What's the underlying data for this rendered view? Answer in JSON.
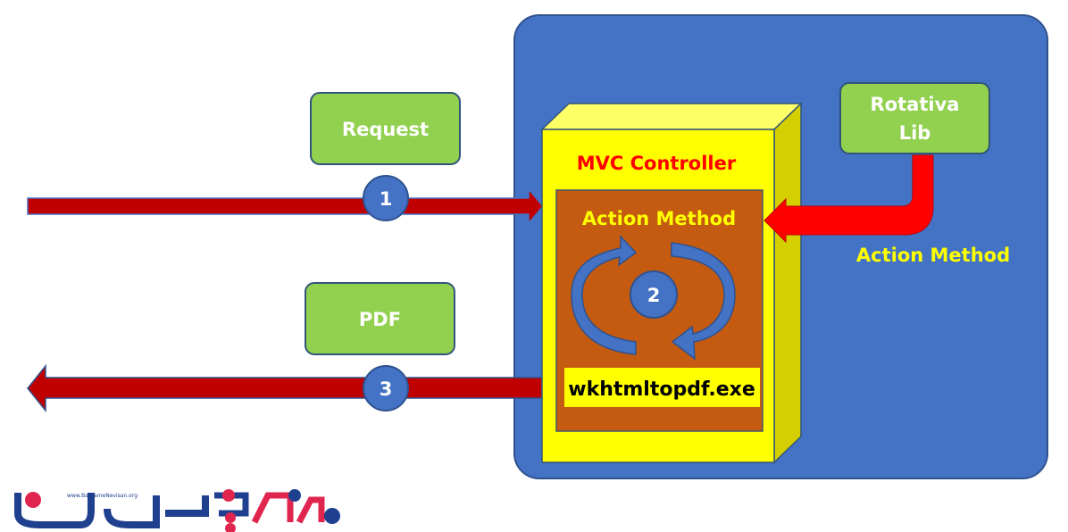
{
  "diagram": {
    "request_label": "Request",
    "pdf_label": "PDF",
    "step1": "1",
    "step2": "2",
    "step3": "3",
    "controller_label": "MVC Controller",
    "action_method_inner": "Action Method",
    "exe_label": "wkhtmltopdf.exe",
    "rotativa_line1": "Rotativa",
    "rotativa_line2": "Lib",
    "action_method_outer": "Action Method"
  },
  "logo": {
    "url_text": "www.BarnameNevisan.org"
  },
  "colors": {
    "panel_blue": "#4472c4",
    "box_green": "#92d050",
    "arrow_dark_red": "#c00000",
    "arrow_red": "#ff0000",
    "yellow": "#ffff00",
    "yellow_side": "#d4cf00",
    "orange": "#c55a11",
    "text_red": "#ff0000",
    "text_yellow": "#ffff00"
  }
}
